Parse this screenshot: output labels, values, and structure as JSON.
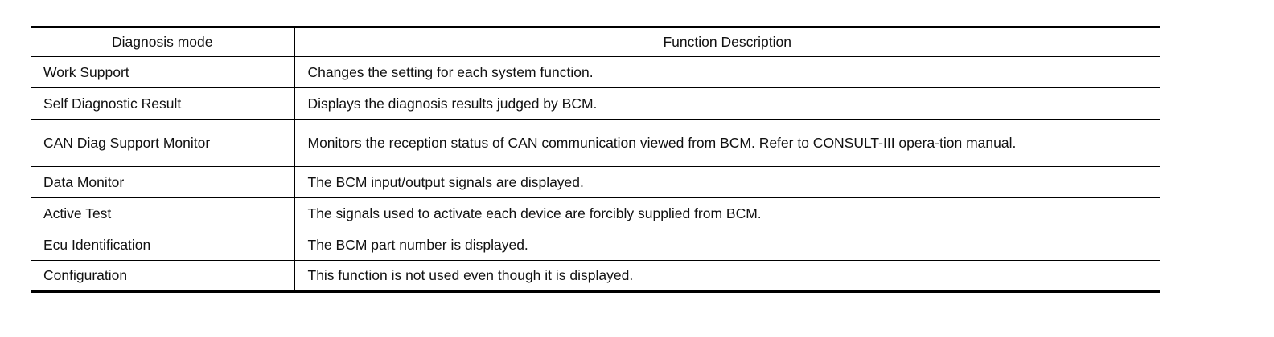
{
  "table": {
    "headers": [
      "Diagnosis mode",
      "Function Description"
    ],
    "rows": [
      {
        "mode": "Work Support",
        "description": "Changes the setting for each system function."
      },
      {
        "mode": "Self Diagnostic Result",
        "description": "Displays the diagnosis results judged by BCM."
      },
      {
        "mode": "CAN Diag Support Monitor",
        "description": "Monitors the reception status of CAN communication viewed from BCM. Refer to CONSULT-III opera-tion manual."
      },
      {
        "mode": "Data Monitor",
        "description": "The BCM input/output signals are displayed."
      },
      {
        "mode": "Active Test",
        "description": "The signals used to activate each device are forcibly supplied from BCM."
      },
      {
        "mode": "Ecu Identification",
        "description": "The BCM part number is displayed."
      },
      {
        "mode": "Configuration",
        "description": "This function is not used even though it is displayed."
      }
    ]
  }
}
